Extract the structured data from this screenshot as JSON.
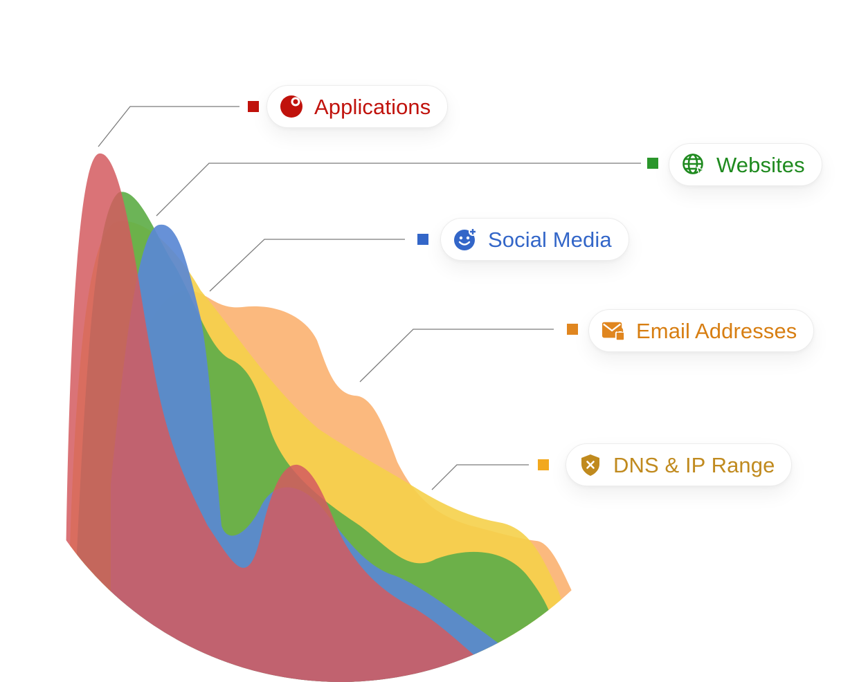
{
  "chart_data": {
    "type": "area",
    "series": [
      {
        "name": "Applications",
        "color": "#c0120c",
        "fill": "#d45b5f"
      },
      {
        "name": "Websites",
        "color": "#2a962b",
        "fill": "#5fae49"
      },
      {
        "name": "Social Media",
        "color": "#3366c8",
        "fill": "#5a88d4"
      },
      {
        "name": "Email Addresses",
        "color": "#e0861f",
        "fill": "#fbb170"
      },
      {
        "name": "DNS & IP Range",
        "color": "#c6891a",
        "fill": "#f5d04a"
      }
    ]
  },
  "legend": [
    {
      "label": "Applications",
      "color": "#c0120c",
      "icon": "alarm-icon"
    },
    {
      "label": "Websites",
      "color": "#1f8a1f",
      "icon": "globe-cursor-icon"
    },
    {
      "label": "Social Media",
      "color": "#3366c8",
      "icon": "smiley-plus-icon"
    },
    {
      "label": "Email Addresses",
      "color": "#d77e12",
      "icon": "envelope-lock-icon"
    },
    {
      "label": "DNS & IP Range",
      "color": "#c08a1e",
      "icon": "shield-x-icon"
    }
  ]
}
